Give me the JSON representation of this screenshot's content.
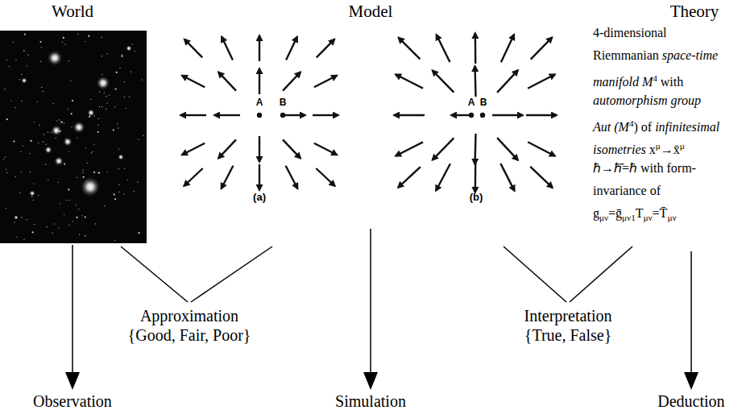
{
  "diagram": {
    "labels": [
      "World",
      "Model",
      "Theory",
      "A",
      "B",
      "(a)",
      "A",
      "B",
      "(b)",
      "4-dimensional",
      "Riemmanian",
      "space-time",
      "manifold M",
      "4",
      "with",
      "automorphism group",
      "Aut (M",
      "4",
      ")",
      "of",
      "infinitesimal",
      "isometries",
      "x",
      "μ",
      "→x̄",
      "μ",
      "ℏ→ℏ̄=ℏ with form-",
      "invariance of",
      "g",
      "μν",
      "=ḡ",
      "μν1",
      "T",
      "μν",
      "=T̄",
      "μν",
      "Approximation",
      "{Good, Fair, Poor}",
      "Interpretation",
      "{True, False}",
      "Observation",
      "Simulation",
      "Deduction"
    ]
  }
}
